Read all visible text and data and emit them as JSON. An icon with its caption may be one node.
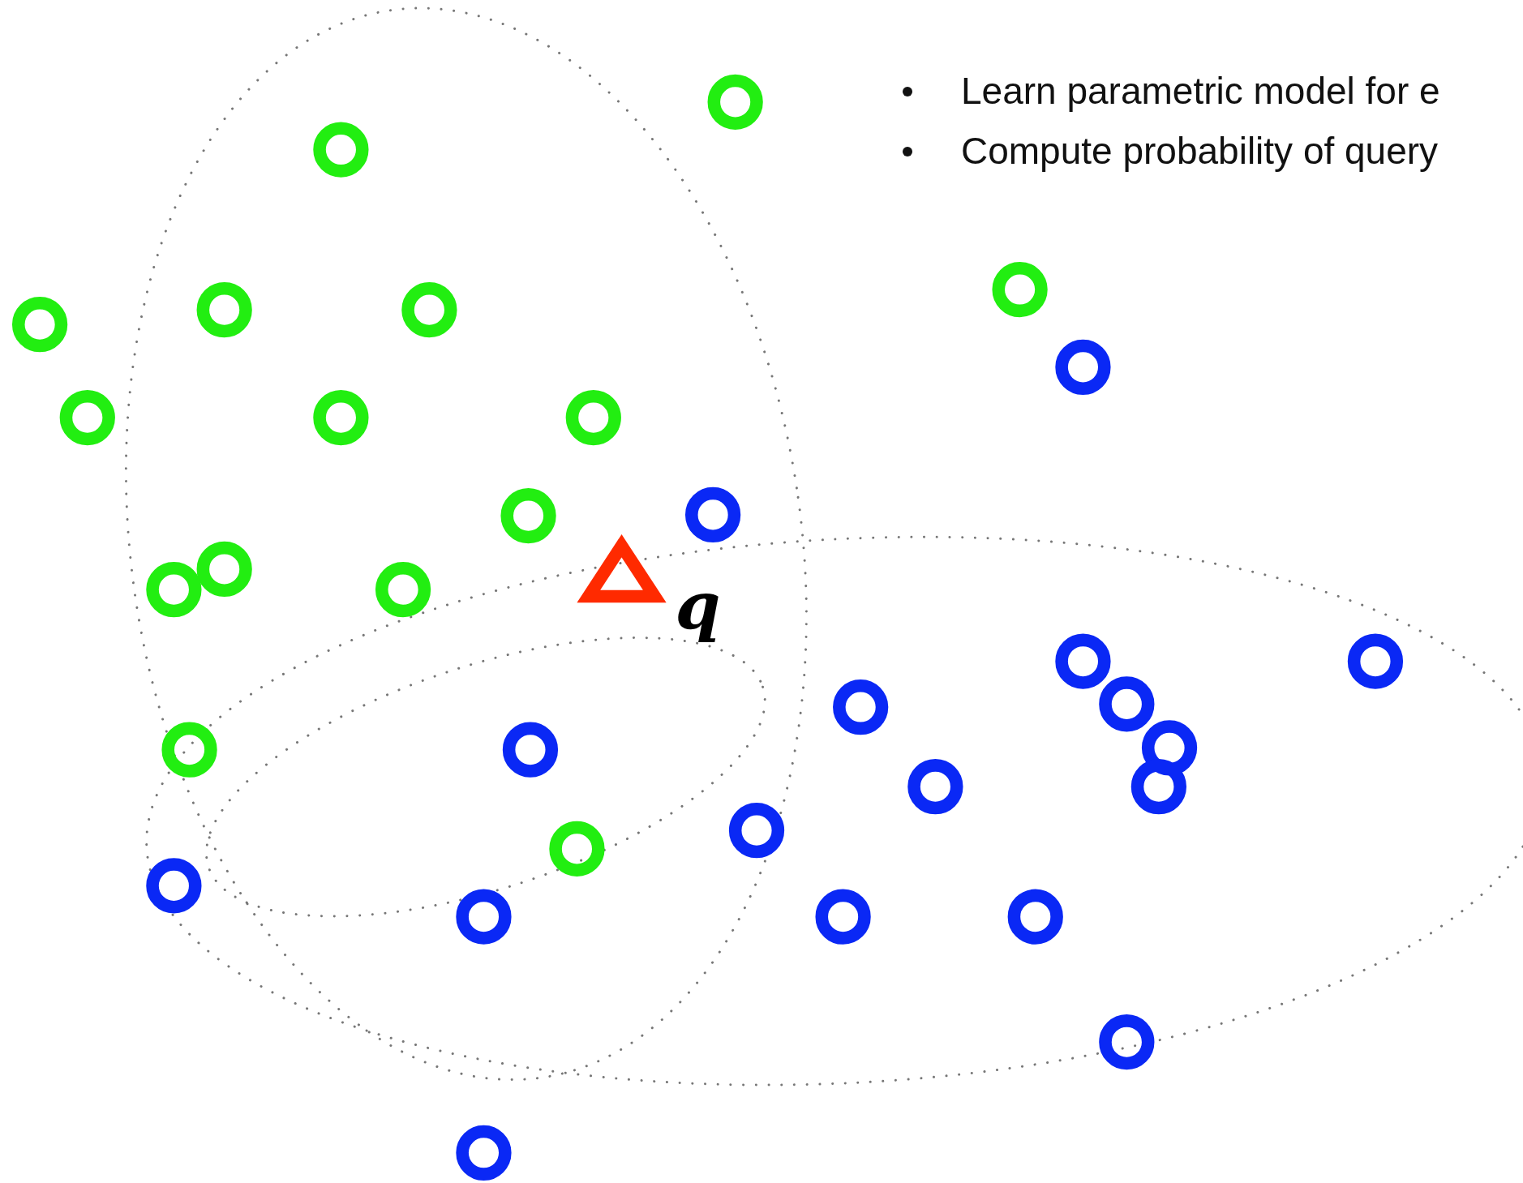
{
  "diagram": {
    "labels": [
      "Learn parametric model for e",
      "Compute probability of query",
      "q"
    ]
  }
}
